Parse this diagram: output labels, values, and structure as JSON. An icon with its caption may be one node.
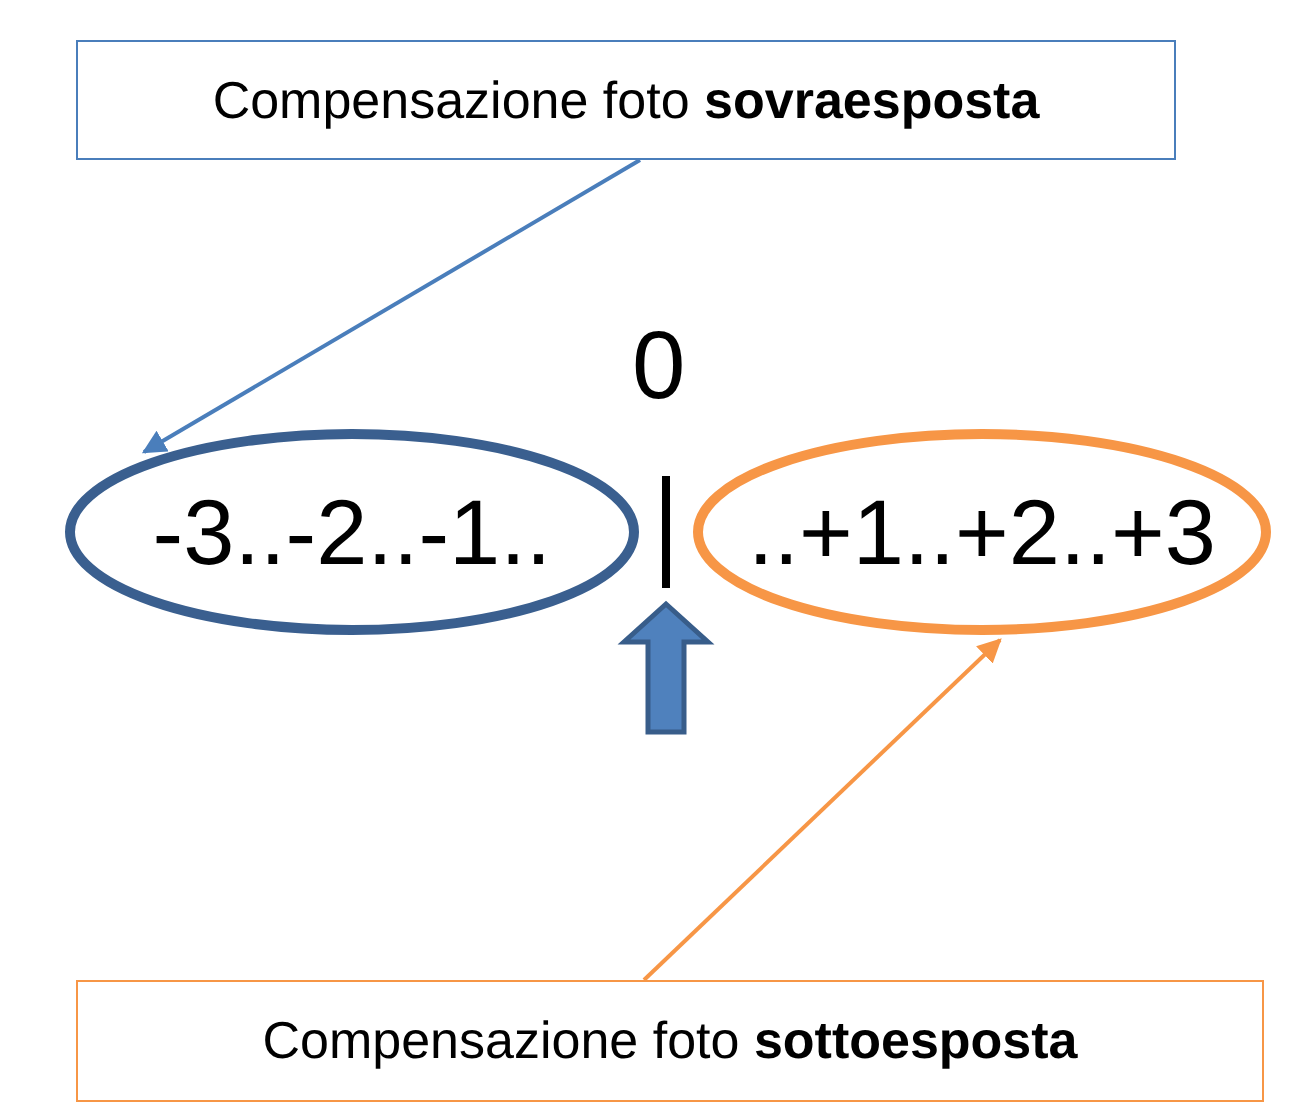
{
  "diagram": {
    "nodes": [
      {
        "text": [
          "Compensazione foto **sovraesposta**"
        ]
      },
      {
        "text": [
          "-3..-2..-1.."
        ]
      },
      {
        "text": [
          "..+1..+2..+3"
        ]
      },
      {
        "text": [
          "Compensazione foto **sottoesposta**"
        ]
      },
      {
        "text": [],
        "shape": "bar"
      }
    ],
    "edges": [
      {
        "from": 0,
        "to": 1,
        "arrow": "to",
        "color": "#4a7ebb"
      },
      {
        "from": 3,
        "to": 2,
        "arrow": "to",
        "color": "#f79646"
      },
      {
        "from": null,
        "to": 4,
        "arrow": "to",
        "style": "thick",
        "color": "#4f81bd"
      }
    ],
    "labels": [
      "0"
    ]
  }
}
